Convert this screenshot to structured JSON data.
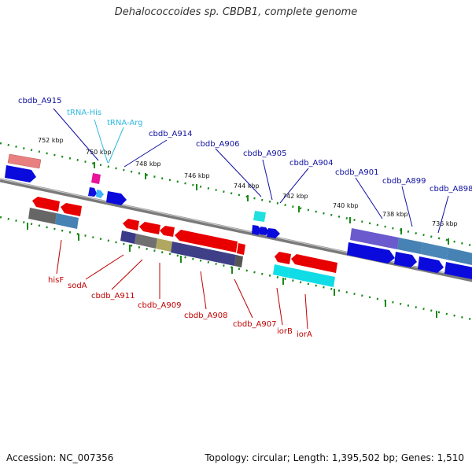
{
  "title": "Dehalococcoides sp. CBDB1, complete genome",
  "footer": {
    "accession": "Accession: NC_007356",
    "summary": "Topology: circular; Length: 1,395,502 bp; Genes: 1,510"
  },
  "colors": {
    "label_top": "#1010a0",
    "label_rna": "#30b8e0",
    "label_bottom": "#c00000",
    "tick": "#1a8a1a",
    "backbone": "#7a7a7a"
  },
  "scale_labels": [
    "752 kbp",
    "750 kbp",
    "748 kbp",
    "746 kbp",
    "744 kbp",
    "742 kbp",
    "740 kbp",
    "738 kbp",
    "736 kbp"
  ],
  "top_labels": [
    "cbdb_A915",
    "tRNA-His",
    "tRNA-Arg",
    "cbdb_A914",
    "cbdb_A906",
    "cbdb_A905",
    "cbdb_A904",
    "cbdb_A901",
    "cbdb_A899",
    "cbdb_A898"
  ],
  "bottom_labels": [
    "hisF",
    "sodA",
    "cbdb_A911",
    "cbdb_A909",
    "cbdb_A908",
    "cbdb_A907",
    "iorB",
    "iorA"
  ]
}
